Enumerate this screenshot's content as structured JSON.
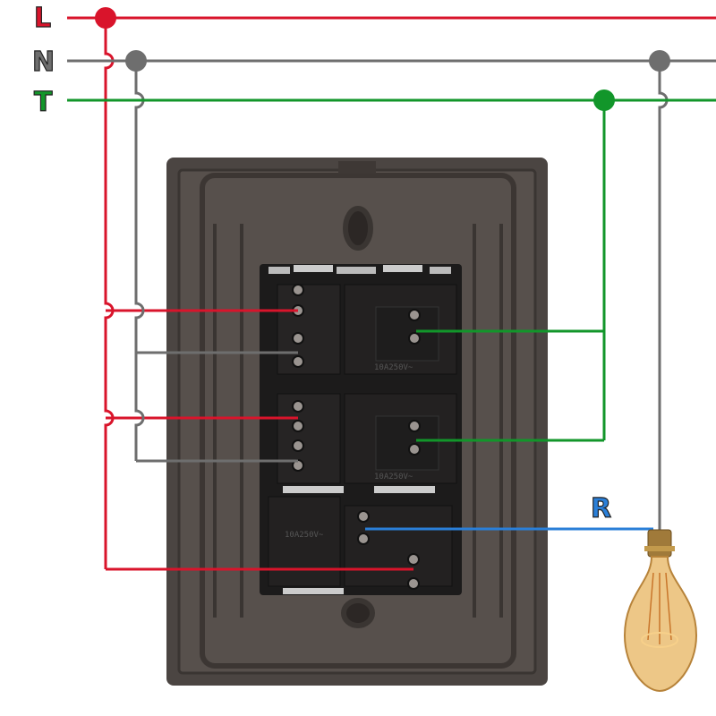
{
  "labels": {
    "line": "L",
    "neutral": "N",
    "earth": "T",
    "return": "R"
  },
  "module_text": {
    "top": "10A250V~",
    "middle": "10A250V~",
    "bottom": "10A250V~"
  },
  "colors": {
    "line": "#d9142b",
    "neutral": "#6e6e6e",
    "earth": "#12962a",
    "return": "#2a7fd8",
    "plate": "#4b4542",
    "module": "#1c1b1b"
  },
  "icons": [
    "light-bulb-icon"
  ]
}
